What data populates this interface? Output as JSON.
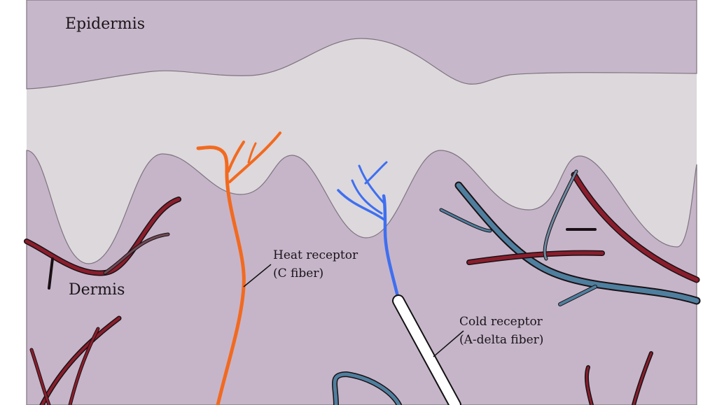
{
  "labels": {
    "epidermis": "Epidermis",
    "dermis": "Dermis",
    "heat_receptor": {
      "line1": "Heat receptor",
      "line2": "(C fiber)"
    },
    "cold_receptor": {
      "line1": "Cold receptor",
      "line2": "(A-delta fiber)"
    }
  },
  "colors": {
    "epidermis": "#c7b7ca",
    "gap": "#dcd8dc",
    "dermis": "#c6b5c9",
    "heat_fiber": "#f26a1f",
    "cold_fiber": "#3f6ff0",
    "vessel_red": "#8a1e2c",
    "vessel_blue": "#4f7f9e"
  }
}
